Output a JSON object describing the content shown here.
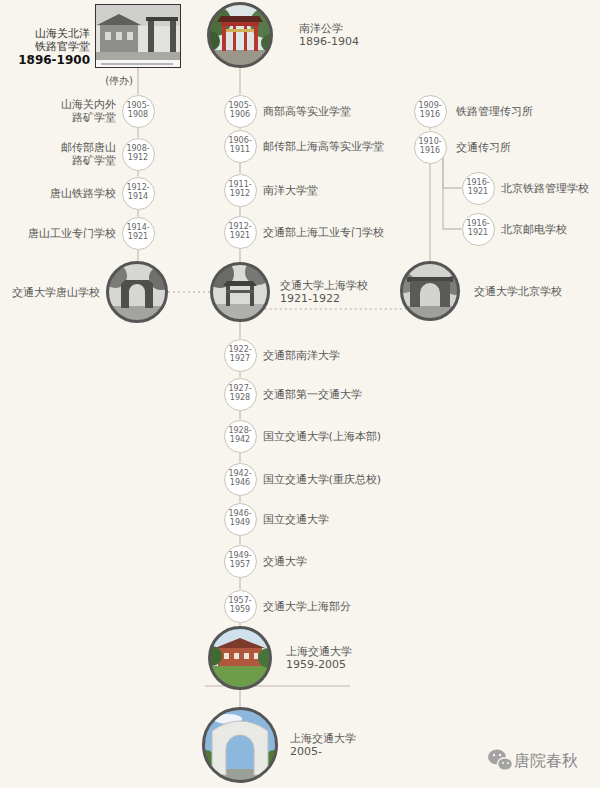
{
  "diagram": {
    "nodes": [
      {
        "text": [
          "山海关北洋 铁路官学堂",
          "1896-1900"
        ]
      },
      {
        "text": [
          "1905-1908",
          "山海关内外 路矿学堂"
        ]
      },
      {
        "text": [
          "1908-1912",
          "邮传部唐山 路矿学堂"
        ]
      },
      {
        "text": [
          "1912-1914",
          "唐山铁路学校"
        ]
      },
      {
        "text": [
          "1914-1921",
          "唐山工业专门学校"
        ]
      },
      {
        "text": [
          "交通大学唐山学校"
        ]
      },
      {
        "text": [
          "南洋公学",
          "1896-1904"
        ]
      },
      {
        "text": [
          "1905-1906",
          "商部高等实业学堂"
        ]
      },
      {
        "text": [
          "1906-1911",
          "邮传部上海高等实业学堂"
        ]
      },
      {
        "text": [
          "1911-1912",
          "南洋大学堂"
        ]
      },
      {
        "text": [
          "1912-1921",
          "交通部上海工业专门学校"
        ]
      },
      {
        "text": [
          "交通大学上海学校",
          "1921-1922"
        ]
      },
      {
        "text": [
          "1922-1927",
          "交通部南洋大学"
        ]
      },
      {
        "text": [
          "1927-1928",
          "交通部第一交通大学"
        ]
      },
      {
        "text": [
          "1928-1942",
          "国立交通大学(上海本部)"
        ]
      },
      {
        "text": [
          "1942-1946",
          "国立交通大学(重庆总校)"
        ]
      },
      {
        "text": [
          "1946-1949",
          "国立交通大学"
        ]
      },
      {
        "text": [
          "1949-1957",
          "交通大学"
        ]
      },
      {
        "text": [
          "1957-1959",
          "交通大学上海部分"
        ]
      },
      {
        "text": [
          "上海交通大学",
          "1959-2005"
        ]
      },
      {
        "text": [
          "上海交通大学",
          "2005-"
        ]
      },
      {
        "text": [
          "1909-1916",
          "铁路管理传习所"
        ]
      },
      {
        "text": [
          "1910-1916",
          "交通传习所"
        ]
      },
      {
        "text": [
          "1916-1921",
          "北京铁路管理学校"
        ]
      },
      {
        "text": [
          "1916-1921",
          "北京邮电学校"
        ]
      },
      {
        "text": [
          "交通大学北京学校"
        ]
      }
    ],
    "edges": [
      {
        "from": 0,
        "to": 1,
        "arrow": "none"
      },
      {
        "from": 1,
        "to": 2,
        "arrow": "none"
      },
      {
        "from": 2,
        "to": 3,
        "arrow": "none"
      },
      {
        "from": 3,
        "to": 4,
        "arrow": "none"
      },
      {
        "from": 4,
        "to": 5,
        "arrow": "none"
      },
      {
        "from": 6,
        "to": 7,
        "arrow": "none"
      },
      {
        "from": 7,
        "to": 8,
        "arrow": "none"
      },
      {
        "from": 8,
        "to": 9,
        "arrow": "none"
      },
      {
        "from": 9,
        "to": 10,
        "arrow": "none"
      },
      {
        "from": 10,
        "to": 11,
        "arrow": "none"
      },
      {
        "from": 11,
        "to": 12,
        "arrow": "none"
      },
      {
        "from": 12,
        "to": 13,
        "arrow": "none"
      },
      {
        "from": 13,
        "to": 14,
        "arrow": "none"
      },
      {
        "from": 14,
        "to": 15,
        "arrow": "none"
      },
      {
        "from": 15,
        "to": 16,
        "arrow": "none"
      },
      {
        "from": 16,
        "to": 17,
        "arrow": "none"
      },
      {
        "from": 17,
        "to": 18,
        "arrow": "none"
      },
      {
        "from": 18,
        "to": 19,
        "arrow": "none"
      },
      {
        "from": 19,
        "to": 20,
        "arrow": "none"
      },
      {
        "from": 21,
        "to": 22,
        "arrow": "none"
      },
      {
        "from": 22,
        "to": 23,
        "arrow": "none"
      },
      {
        "from": 22,
        "to": 24,
        "arrow": "none"
      },
      {
        "from": 22,
        "to": 25,
        "arrow": "none"
      },
      {
        "from": 5,
        "to": 11,
        "arrow": "none"
      },
      {
        "from": 11,
        "to": 25,
        "arrow": "none"
      }
    ],
    "labels": [
      "(停办)",
      "唐院春秋"
    ]
  }
}
